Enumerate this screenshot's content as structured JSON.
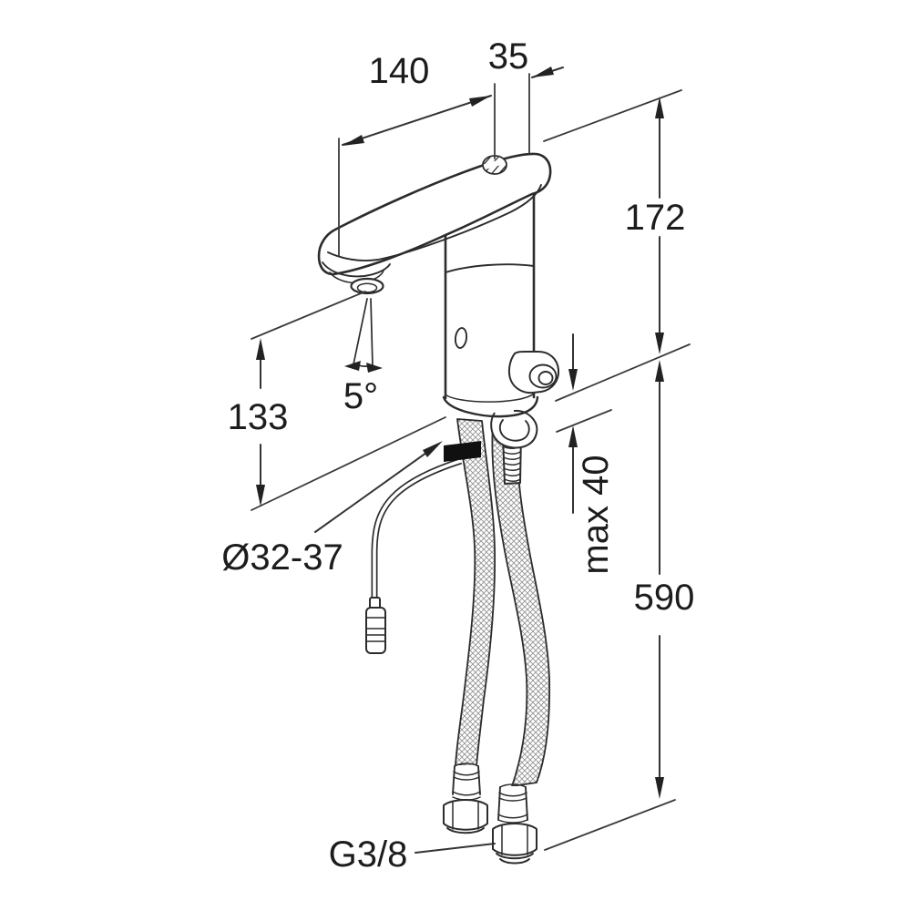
{
  "drawing": {
    "type": "technical-dimension-drawing",
    "subject": "electronic sensor basin faucet with supply hoses",
    "colors": {
      "background": "#ffffff",
      "line": "#2c2c2c",
      "dimension_text": "#1c1c1c",
      "deck_marker": "#101010",
      "braid_hatch": "#949494"
    },
    "dimensions": {
      "spout_reach": "140",
      "aerator_offset": "35",
      "faucet_height": "172",
      "outlet_height": "133",
      "spout_angle": "5°",
      "hole_diameter": "Ø32-37",
      "max_deck_thickness": "max 40",
      "hose_length": "590",
      "thread_size": "G3/8"
    }
  }
}
